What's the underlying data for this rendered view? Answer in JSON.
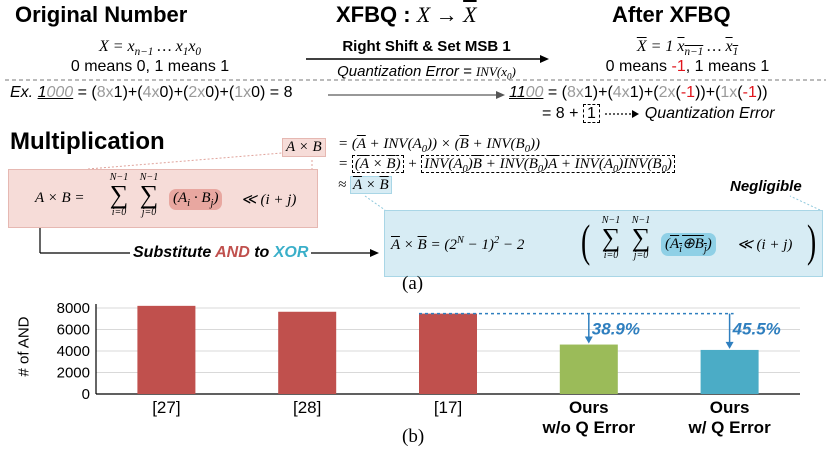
{
  "header": {
    "original": "Original Number",
    "xfbq_prefix": "XFBQ :",
    "xfbq_math": "X → X̄",
    "after": "After XFBQ"
  },
  "row2": {
    "orig_formula": "X = x_{n−1} … x_1 x_0",
    "orig_desc": "0 means 0, 1 means 1",
    "arrow_top": "Right Shift & Set MSB 1",
    "arrow_bottom": "Quantization Error = INV(x_0)",
    "after_formula": "X̄ = 1 x̄_{n−1} … x̄_1",
    "after_desc_a": "0 means ",
    "after_desc_neg": "-1",
    "after_desc_b": ", 1 means 1"
  },
  "example": {
    "label": "Ex.",
    "left_num": "1000",
    "left_eq": "= (8x1)+(4x0)+(2x0)+(1x0) = 8",
    "right_num": "1100",
    "right_eq_a": "= (8x1)+(4x1)+(2x(",
    "right_eq_b": "))+(1x(",
    "right_eq_c": "))",
    "neg": "-1",
    "second_a": "= 8 +",
    "second_box": "1",
    "second_label": "Quantization Error"
  },
  "mult": {
    "title": "Multiplication",
    "eq1_lhs": "A × B",
    "eq1_rhs": "= (Ā + INV(A₀)) × (B̄ + INV(B₀))",
    "eq2_a": "= (Ā × B̄) +",
    "eq2_box": "INV(A₀)B̄ + INV(B₀)Ā + INV(A₀)INV(B₀)",
    "eq3": "≈  Ā × B̄",
    "negligible": "Negligible",
    "pink_lhs": "A × B =",
    "pink_term": "(Aᵢ · Bⱼ)",
    "pink_shift": "≪ (i + j)",
    "sum_top": "N−1",
    "sum_bot_i": "i=0",
    "sum_bot_j": "j=0",
    "sub_a": "Substitute ",
    "sub_and": "AND",
    "sub_b": " to ",
    "sub_xor": "XOR",
    "blue_lhs": "Ā × B̄ = (2ᴺ − 1)² − 2",
    "blue_term": "(Āᵢ⊕B̄ⱼ)",
    "blue_shift": "≪ (i + j)",
    "caption": "(a)"
  },
  "chart_caption": "(b)",
  "chart_data": {
    "type": "bar",
    "ylabel": "# of AND",
    "categories": [
      "[27]",
      "[28]",
      "[17]",
      "Ours\nw/o Q Error",
      "Ours\nw/ Q Error"
    ],
    "values": [
      8200,
      7650,
      7480,
      4600,
      4100
    ],
    "colors": [
      "#c0504d",
      "#c0504d",
      "#c0504d",
      "#9bbb59",
      "#4bacc6"
    ],
    "ylim": [
      0,
      8000
    ],
    "yticks": [
      0,
      2000,
      4000,
      6000,
      8000
    ],
    "annotations": [
      "38.9%",
      "45.5%"
    ],
    "grid": true
  }
}
